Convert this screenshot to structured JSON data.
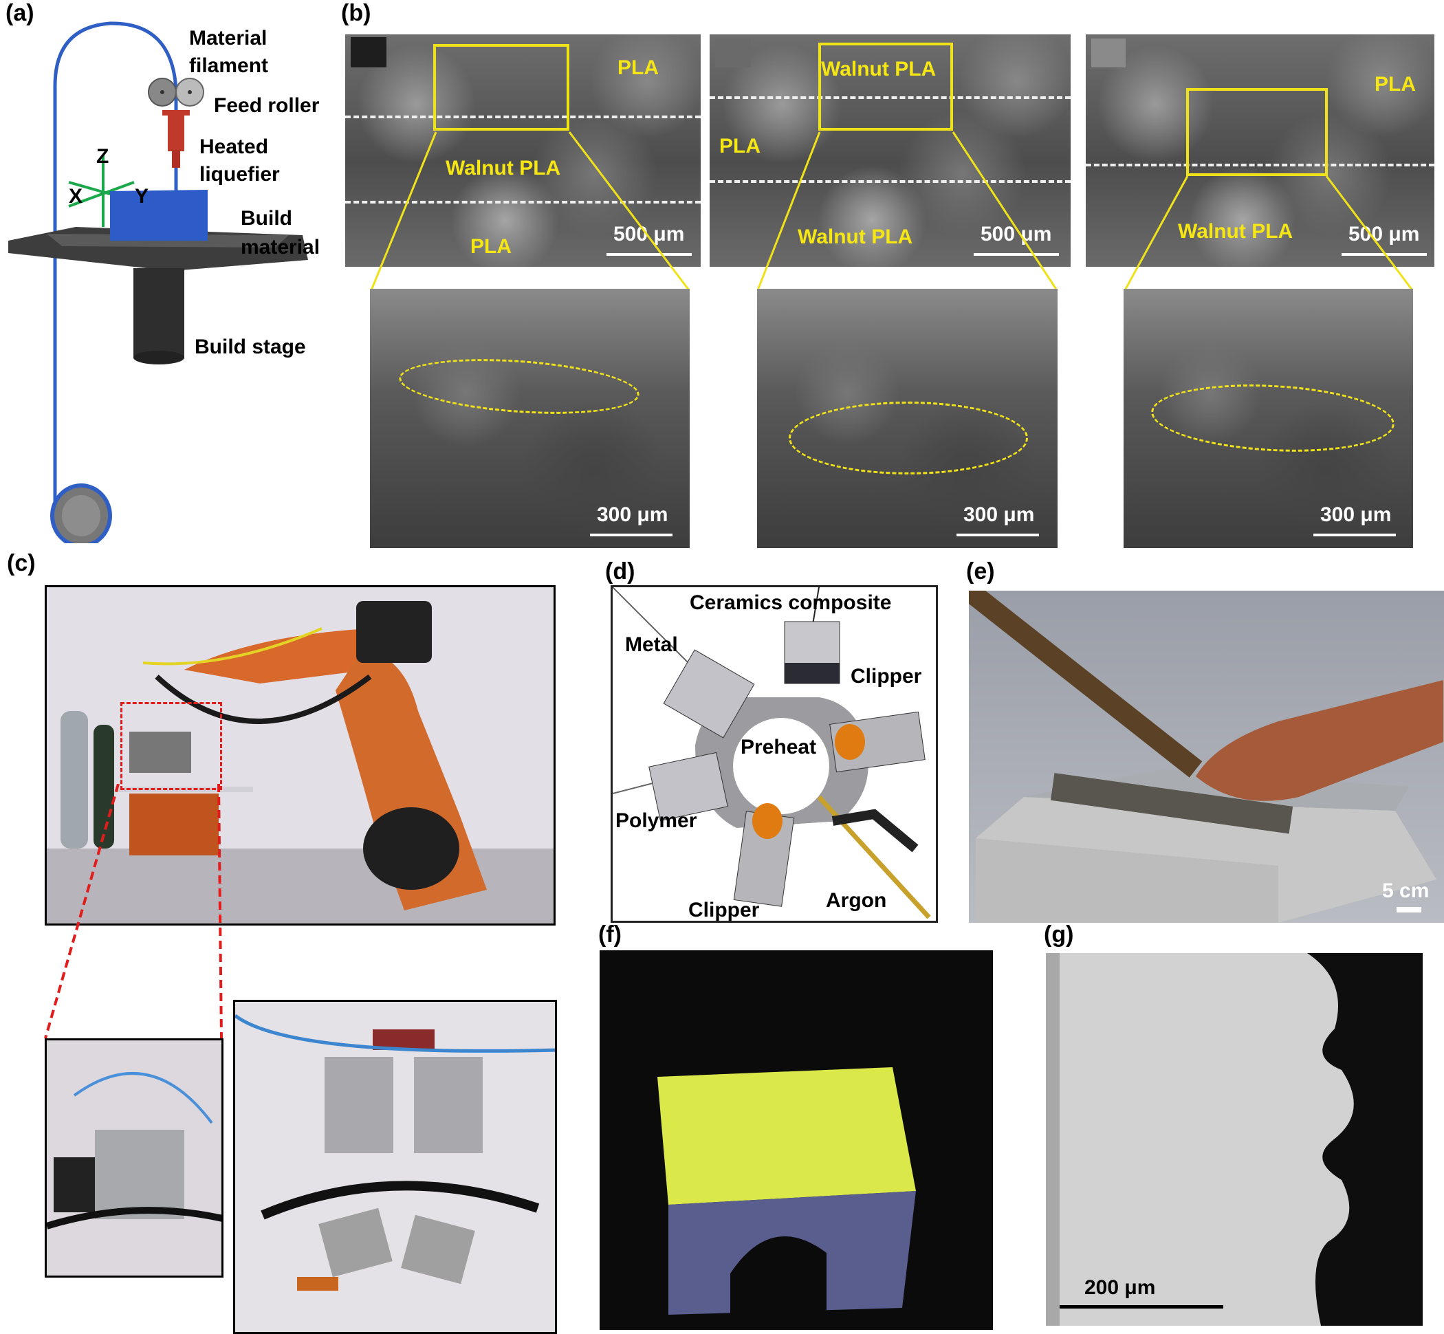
{
  "figure": {
    "panel_labels": [
      "(a)",
      "(b)",
      "(c)",
      "(d)",
      "(e)",
      "(f)",
      "(g)"
    ]
  },
  "panel_a": {
    "labels": {
      "material_filament_1": "Material",
      "material_filament_2": "filament",
      "feed_roller": "Feed roller",
      "heated_liquefier_1": "Heated",
      "heated_liquefier_2": "liquefier",
      "build_material_1": "Build",
      "build_material_2": "material",
      "build_stage": "Build stage",
      "axis_x": "X",
      "axis_y": "Y",
      "axis_z": "Z"
    },
    "colors": {
      "filament": "#2f5fc4",
      "block": "#2d5bc8",
      "liquefier": "#c0392b",
      "axes": "#1aa84a",
      "stage": "#3a3a3a"
    }
  },
  "panel_b": {
    "top": [
      {
        "labels": [
          "PLA",
          "Walnut PLA",
          "PLA"
        ],
        "scale": "500 μm"
      },
      {
        "labels": [
          "Walnut PLA",
          "PLA",
          "Walnut PLA"
        ],
        "scale": "500 μm"
      },
      {
        "labels": [
          "PLA",
          "Walnut PLA"
        ],
        "scale": "500 μm"
      }
    ],
    "bottom": [
      {
        "scale": "300 μm"
      },
      {
        "scale": "300 μm"
      },
      {
        "scale": "300 μm"
      }
    ],
    "colors": {
      "highlight": "#f0e21a"
    }
  },
  "panel_d": {
    "labels": {
      "ceramics": "Ceramics composite",
      "metal": "Metal",
      "clipper_top": "Clipper",
      "preheat": "Preheat",
      "polymer": "Polymer",
      "clipper_bottom": "Clipper",
      "argon": "Argon"
    }
  },
  "panel_e": {
    "scale": "5 cm"
  },
  "panel_g": {
    "scale": "200 μm"
  }
}
